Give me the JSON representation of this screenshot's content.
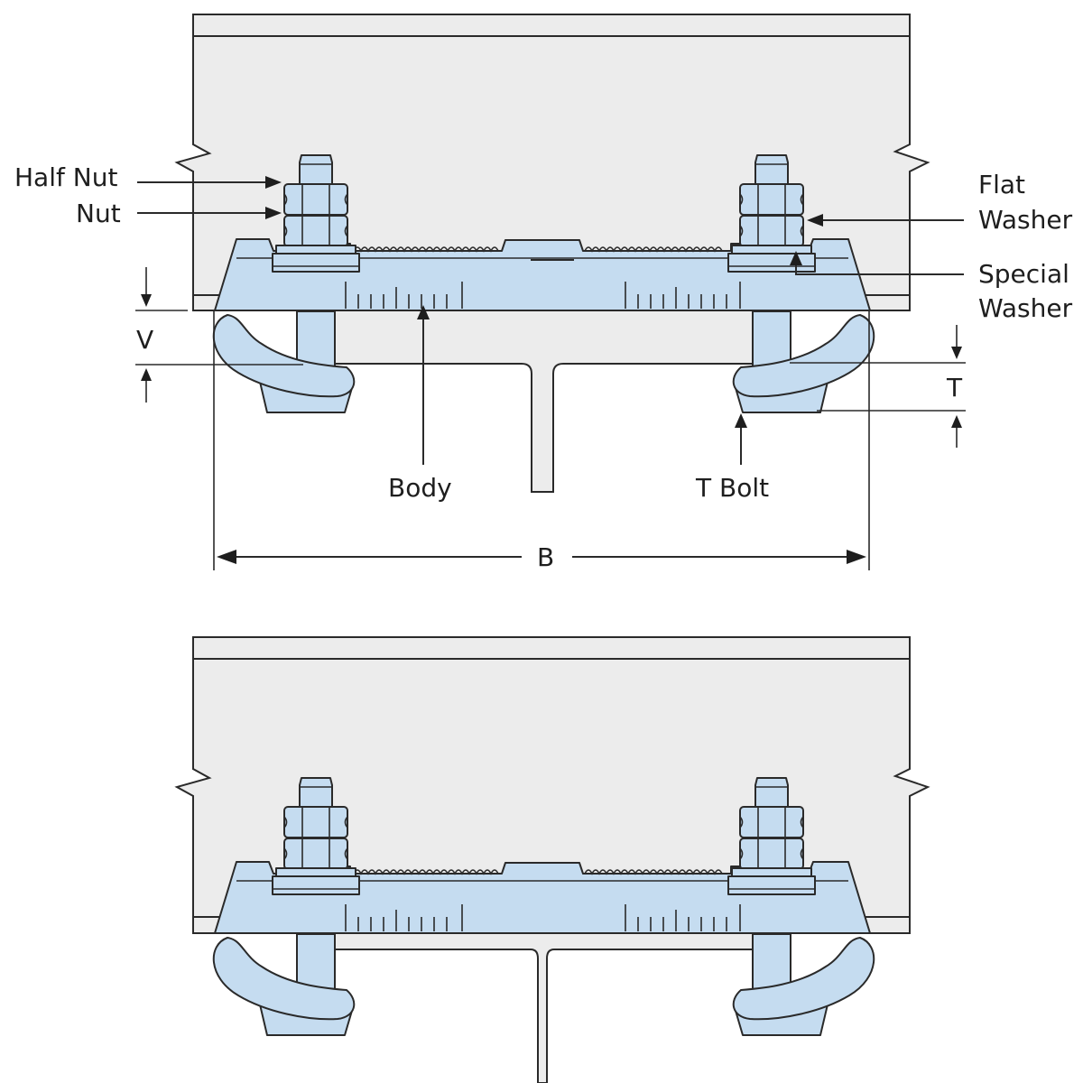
{
  "labels": {
    "half_nut": "Half Nut",
    "nut": "Nut",
    "flat_washer_1": "Flat",
    "flat_washer_2": "Washer",
    "special_washer_1": "Special",
    "special_washer_2": "Washer",
    "body": "Body",
    "t_bolt": "T Bolt",
    "v": "V",
    "t": "T",
    "b": "B"
  },
  "colors": {
    "part_fill": "#c5dcf0",
    "beam_fill": "#ececec",
    "outline": "#2a2a2a"
  }
}
